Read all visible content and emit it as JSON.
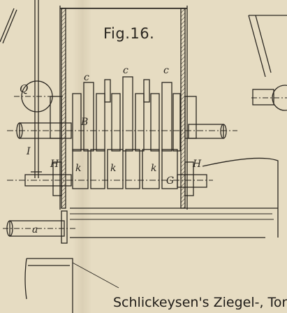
{
  "figure": {
    "title": "Fig.16.",
    "caption": "Schlickeysen's Ziegel-, Tor"
  },
  "labels": {
    "Q": "Q",
    "I": "I",
    "B": "B",
    "H_left": "H",
    "H_right": "H",
    "k1": "k",
    "k2": "k",
    "k3": "k",
    "G": "G",
    "a": "a",
    "c1": "c",
    "c2": "c",
    "c3": "c"
  },
  "colors": {
    "paper": "#e6dcc2",
    "ink": "#2a2620"
  }
}
